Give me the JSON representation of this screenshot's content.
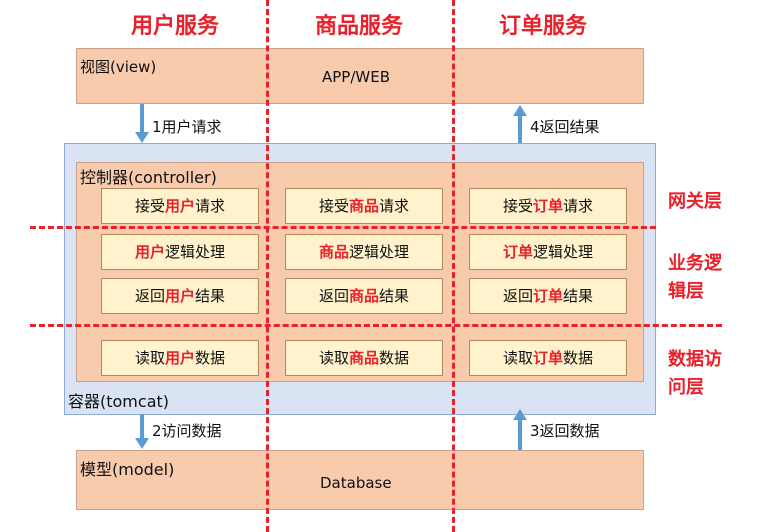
{
  "columns": [
    "用户服务",
    "商品服务",
    "订单服务"
  ],
  "view": {
    "label": "视图(view)",
    "center": "APP/WEB"
  },
  "arrows": {
    "user_request": "1用户请求",
    "return_result": "4返回结果",
    "access_data": "2访问数据",
    "return_data": "3返回数据"
  },
  "controller": {
    "label": "控制器(controller)"
  },
  "container": {
    "label": "容器(tomcat)"
  },
  "model": {
    "label": "模型(model)",
    "center": "Database"
  },
  "entities": [
    "用户",
    "商品",
    "订单"
  ],
  "rows": [
    {
      "pre": "接受",
      "post": "请求"
    },
    {
      "pre": "",
      "post": "逻辑处理"
    },
    {
      "pre": "返回",
      "post": "结果"
    },
    {
      "pre": "读取",
      "post": "数据"
    }
  ],
  "layers": {
    "gateway": "网关层",
    "business_1": "业务逻",
    "business_2": "辑层",
    "data_1": "数据访",
    "data_2": "问层"
  },
  "colors": {
    "accent": "#e8212a",
    "band": "#f8cbad",
    "cell": "#fff2cc",
    "container": "#dae3f3",
    "arrow": "#5b9bd5"
  }
}
